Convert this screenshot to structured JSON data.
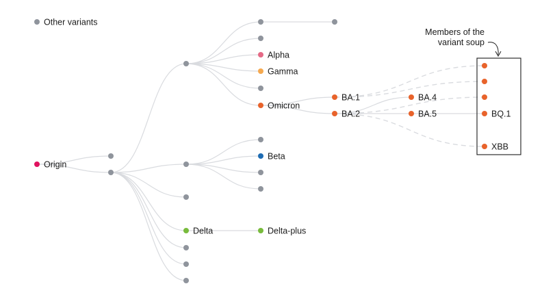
{
  "colors": {
    "other": "#8f949c",
    "origin": "#e0125f",
    "alpha": "#e56a86",
    "gamma": "#f5a950",
    "omicron": "#e8632b",
    "beta": "#1e6cb3",
    "delta": "#78bb3c"
  },
  "legend": {
    "label": "Other variants"
  },
  "annotation": {
    "line1": "Members of the",
    "line2": "variant soup"
  },
  "nodes": [
    {
      "id": "legend",
      "label": "Other variants",
      "color": "other"
    },
    {
      "id": "origin",
      "label": "Origin",
      "color": "origin"
    },
    {
      "id": "g1a",
      "label": "",
      "color": "other"
    },
    {
      "id": "g1b",
      "label": "",
      "color": "other"
    },
    {
      "id": "hubTop",
      "label": "",
      "color": "other"
    },
    {
      "id": "hubMid",
      "label": "",
      "color": "other"
    },
    {
      "id": "leafA",
      "label": "",
      "color": "other"
    },
    {
      "id": "delta",
      "label": "Delta",
      "color": "delta"
    },
    {
      "id": "leafB",
      "label": "",
      "color": "other"
    },
    {
      "id": "leafC",
      "label": "",
      "color": "other"
    },
    {
      "id": "leafD",
      "label": "",
      "color": "other"
    },
    {
      "id": "t1",
      "label": "",
      "color": "other"
    },
    {
      "id": "t2",
      "label": "",
      "color": "other"
    },
    {
      "id": "alpha",
      "label": "Alpha",
      "color": "alpha"
    },
    {
      "id": "gamma",
      "label": "Gamma",
      "color": "gamma"
    },
    {
      "id": "t5",
      "label": "",
      "color": "other"
    },
    {
      "id": "omicron",
      "label": "Omicron",
      "color": "omicron"
    },
    {
      "id": "t1child",
      "label": "",
      "color": "other"
    },
    {
      "id": "m1",
      "label": "",
      "color": "other"
    },
    {
      "id": "beta",
      "label": "Beta",
      "color": "beta"
    },
    {
      "id": "m3",
      "label": "",
      "color": "other"
    },
    {
      "id": "m4",
      "label": "",
      "color": "other"
    },
    {
      "id": "deltaplus",
      "label": "Delta-plus",
      "color": "delta"
    },
    {
      "id": "ba1",
      "label": "BA.1",
      "color": "omicron"
    },
    {
      "id": "ba2",
      "label": "BA.2",
      "color": "omicron"
    },
    {
      "id": "ba4",
      "label": "BA.4",
      "color": "omicron"
    },
    {
      "id": "ba5",
      "label": "BA.5",
      "color": "omicron"
    },
    {
      "id": "s1",
      "label": "",
      "color": "omicron"
    },
    {
      "id": "s2",
      "label": "",
      "color": "omicron"
    },
    {
      "id": "s3",
      "label": "",
      "color": "omicron"
    },
    {
      "id": "bq1",
      "label": "BQ.1",
      "color": "omicron"
    },
    {
      "id": "xbb",
      "label": "XBB",
      "color": "omicron"
    }
  ],
  "edges": [
    [
      "origin",
      "g1a",
      "solid"
    ],
    [
      "origin",
      "g1b",
      "solid"
    ],
    [
      "g1b",
      "hubTop",
      "solid"
    ],
    [
      "g1b",
      "hubMid",
      "solid"
    ],
    [
      "g1b",
      "leafA",
      "solid"
    ],
    [
      "g1b",
      "delta",
      "solid"
    ],
    [
      "g1b",
      "leafB",
      "solid"
    ],
    [
      "g1b",
      "leafC",
      "solid"
    ],
    [
      "g1b",
      "leafD",
      "solid"
    ],
    [
      "hubTop",
      "t1",
      "solid"
    ],
    [
      "hubTop",
      "t2",
      "solid"
    ],
    [
      "hubTop",
      "alpha",
      "solid"
    ],
    [
      "hubTop",
      "gamma",
      "solid"
    ],
    [
      "hubTop",
      "t5",
      "solid"
    ],
    [
      "hubTop",
      "omicron",
      "solid"
    ],
    [
      "t1",
      "t1child",
      "solid"
    ],
    [
      "hubMid",
      "m1",
      "solid"
    ],
    [
      "hubMid",
      "beta",
      "solid"
    ],
    [
      "hubMid",
      "m3",
      "solid"
    ],
    [
      "hubMid",
      "m4",
      "solid"
    ],
    [
      "delta",
      "deltaplus",
      "solid"
    ],
    [
      "omicron",
      "ba1",
      "solid"
    ],
    [
      "omicron",
      "ba2",
      "solid"
    ],
    [
      "ba2",
      "ba4",
      "solid"
    ],
    [
      "ba2",
      "ba5",
      "solid"
    ],
    [
      "ba5",
      "bq1",
      "solid"
    ],
    [
      "ba1",
      "s1",
      "dashed"
    ],
    [
      "ba1",
      "s2",
      "dashed"
    ],
    [
      "ba2",
      "s3",
      "dashed"
    ],
    [
      "ba2",
      "xbb",
      "dashed"
    ]
  ]
}
